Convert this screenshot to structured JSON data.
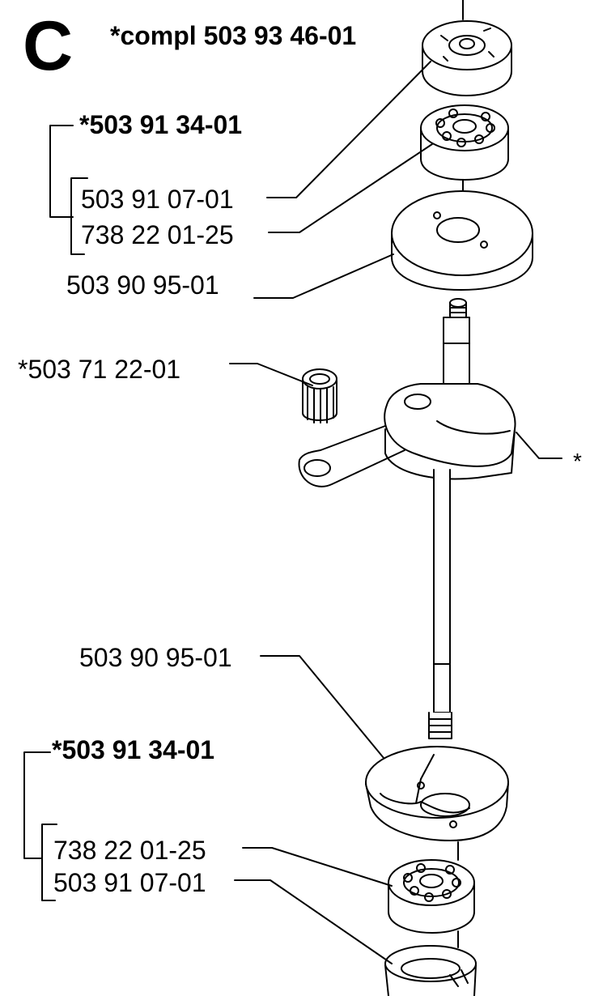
{
  "section_letter": "C",
  "complete_assembly": "*compl 503 93 46-01",
  "upper_group": {
    "assembly": "*503 91 34-01",
    "parts": [
      "503 91 07-01",
      "738 22 01-25"
    ]
  },
  "upper_plate": "503 90 95-01",
  "needle_bearing": "*503 71 22-01",
  "crank_marker": "*",
  "lower_plate": "503 90 95-01",
  "lower_group": {
    "assembly": "*503 91 34-01",
    "parts": [
      "738 22 01-25",
      "503 91 07-01"
    ]
  }
}
